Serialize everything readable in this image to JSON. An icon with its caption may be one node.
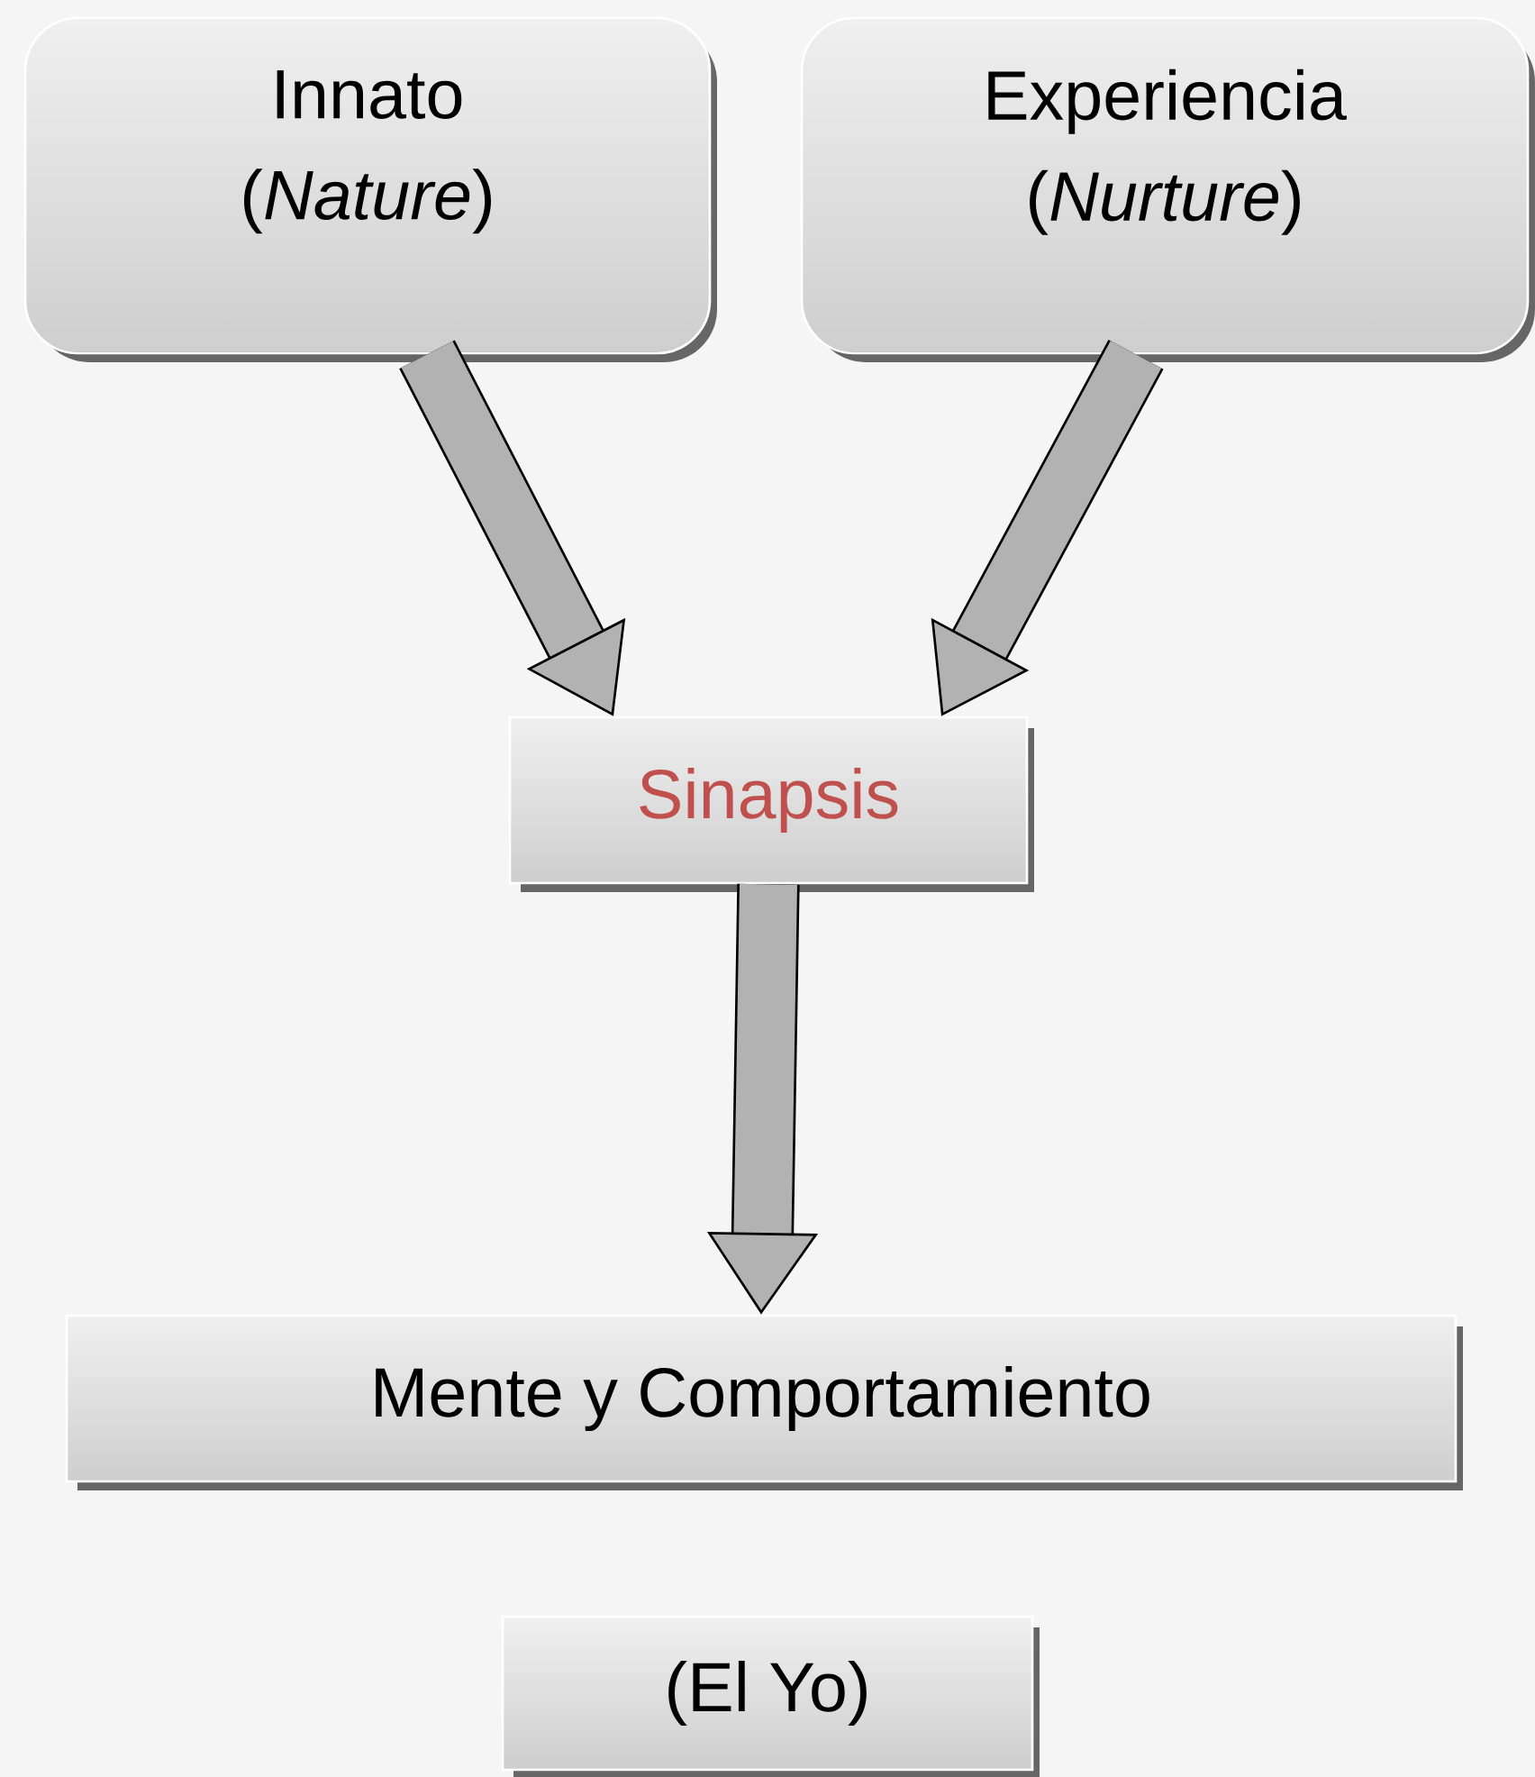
{
  "diagram": {
    "nodes": [
      {
        "text": [
          "Innato",
          "(*Nature*)"
        ]
      },
      {
        "text": [
          "Experiencia",
          "(*Nurture*)"
        ]
      },
      {
        "text": [
          "Sinapsis"
        ]
      },
      {
        "text": [
          "Mente y Comportamiento"
        ]
      },
      {
        "text": [
          "(El Yo)"
        ]
      }
    ],
    "edges": [
      {
        "from": 0,
        "to": 2,
        "arrow": "to"
      },
      {
        "from": 1,
        "to": 2,
        "arrow": "to"
      },
      {
        "from": 2,
        "to": 3,
        "arrow": "to"
      }
    ]
  }
}
